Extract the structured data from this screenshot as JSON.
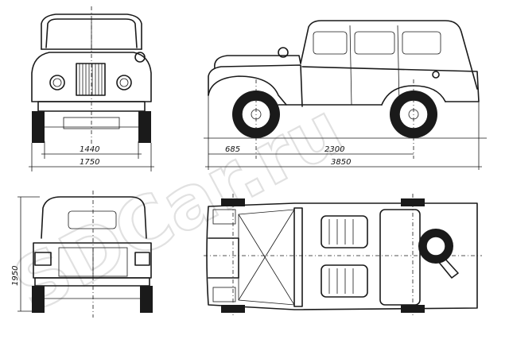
{
  "drawing": {
    "watermark": "SDCar.ru",
    "dimensions": {
      "front_track": "1440",
      "front_width": "1750",
      "front_overhang": "685",
      "wheelbase": "2300",
      "overall_length": "3850",
      "height": "1950"
    }
  }
}
